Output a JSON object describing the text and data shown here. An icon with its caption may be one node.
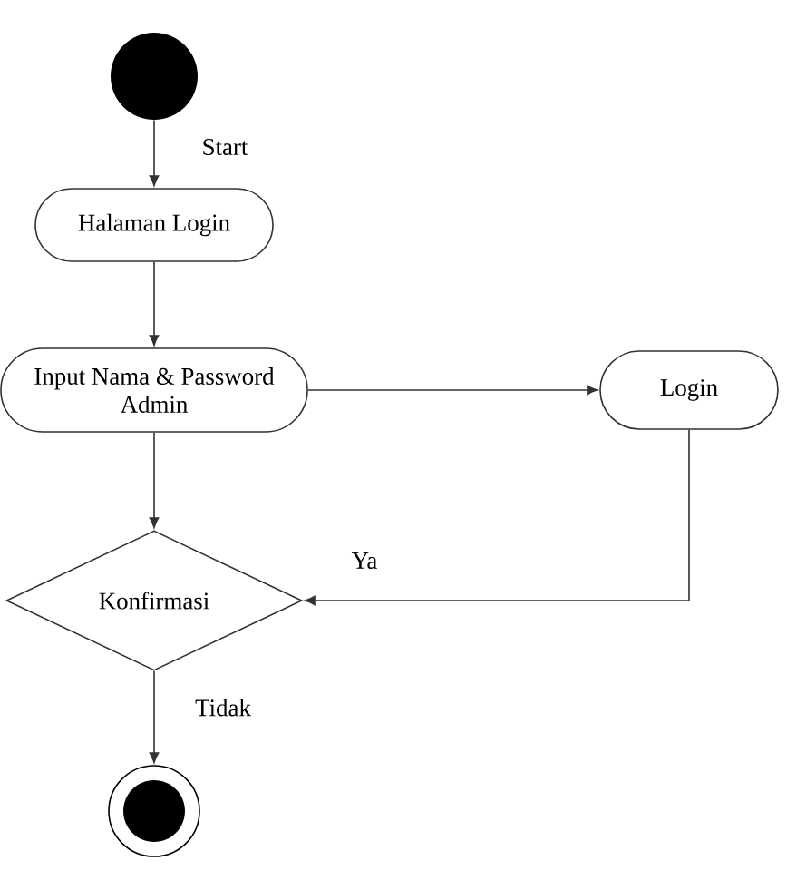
{
  "diagram": {
    "nodes": [
      {
        "text": [],
        "shape": "circle"
      },
      {
        "text": [
          "Halaman Login"
        ]
      },
      {
        "text": [
          "Input Nama & Password Admin"
        ]
      },
      {
        "text": [
          "Login"
        ]
      },
      {
        "text": [
          "Konfirmasi"
        ]
      },
      {
        "text": [],
        "shape": "bullseye"
      }
    ],
    "edges": [
      {
        "from": 0,
        "to": 1,
        "arrow": "to",
        "label": "Start"
      },
      {
        "from": 1,
        "to": 2,
        "arrow": "to"
      },
      {
        "from": 2,
        "to": 3,
        "arrow": "to"
      },
      {
        "from": 2,
        "to": 4,
        "arrow": "to"
      },
      {
        "from": 3,
        "to": 4,
        "arrow": "to",
        "label": "Ya"
      },
      {
        "from": 4,
        "to": 5,
        "arrow": "to",
        "label": "Tidak"
      }
    ]
  }
}
